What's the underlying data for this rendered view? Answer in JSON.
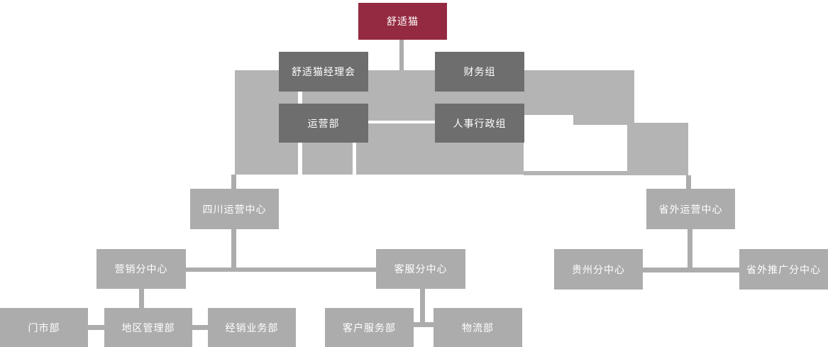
{
  "diagram": {
    "type": "org-chart",
    "company": "舒适猫",
    "colors": {
      "root_bg": "#942a41",
      "dept_bg": "#6e6e6e",
      "branch_bg": "#acacac",
      "band_bg": "#b4b4b4",
      "line": "#acacac",
      "text": "#ffffff"
    },
    "nodes": {
      "root": {
        "label": "舒适猫"
      },
      "managers_committee": {
        "label": "舒适猫经理会"
      },
      "finance_group": {
        "label": "财务组"
      },
      "operations_dept": {
        "label": "运营部"
      },
      "hr_admin_group": {
        "label": "人事行政组"
      },
      "sichuan_operations_center": {
        "label": "四川运营中心"
      },
      "outside_province_operations_center": {
        "label": "省外运营中心"
      },
      "marketing_branch": {
        "label": "营销分中心"
      },
      "customer_service_branch": {
        "label": "客服分中心"
      },
      "guizhou_branch": {
        "label": "贵州分中心"
      },
      "outside_province_promotion_branch": {
        "label": "省外推广分中心"
      },
      "retail_store_dept": {
        "label": "门市部"
      },
      "regional_management_dept": {
        "label": "地区管理部"
      },
      "distribution_business_dept": {
        "label": "经销业务部"
      },
      "customer_service_dept": {
        "label": "客户服务部"
      },
      "logistics_dept": {
        "label": "物流部"
      }
    },
    "edges": [
      {
        "from": "root",
        "to": "managers_committee"
      },
      {
        "from": "root",
        "to": "finance_group"
      },
      {
        "from": "managers_committee",
        "to": "operations_dept"
      },
      {
        "from": "operations_dept",
        "to": "hr_admin_group"
      },
      {
        "from": "operations_dept",
        "to": "sichuan_operations_center"
      },
      {
        "from": "operations_dept",
        "to": "outside_province_operations_center"
      },
      {
        "from": "sichuan_operations_center",
        "to": "marketing_branch"
      },
      {
        "from": "sichuan_operations_center",
        "to": "customer_service_branch"
      },
      {
        "from": "outside_province_operations_center",
        "to": "guizhou_branch"
      },
      {
        "from": "outside_province_operations_center",
        "to": "outside_province_promotion_branch"
      },
      {
        "from": "marketing_branch",
        "to": "retail_store_dept"
      },
      {
        "from": "marketing_branch",
        "to": "regional_management_dept"
      },
      {
        "from": "marketing_branch",
        "to": "distribution_business_dept"
      },
      {
        "from": "customer_service_branch",
        "to": "customer_service_dept"
      },
      {
        "from": "customer_service_branch",
        "to": "logistics_dept"
      }
    ]
  }
}
